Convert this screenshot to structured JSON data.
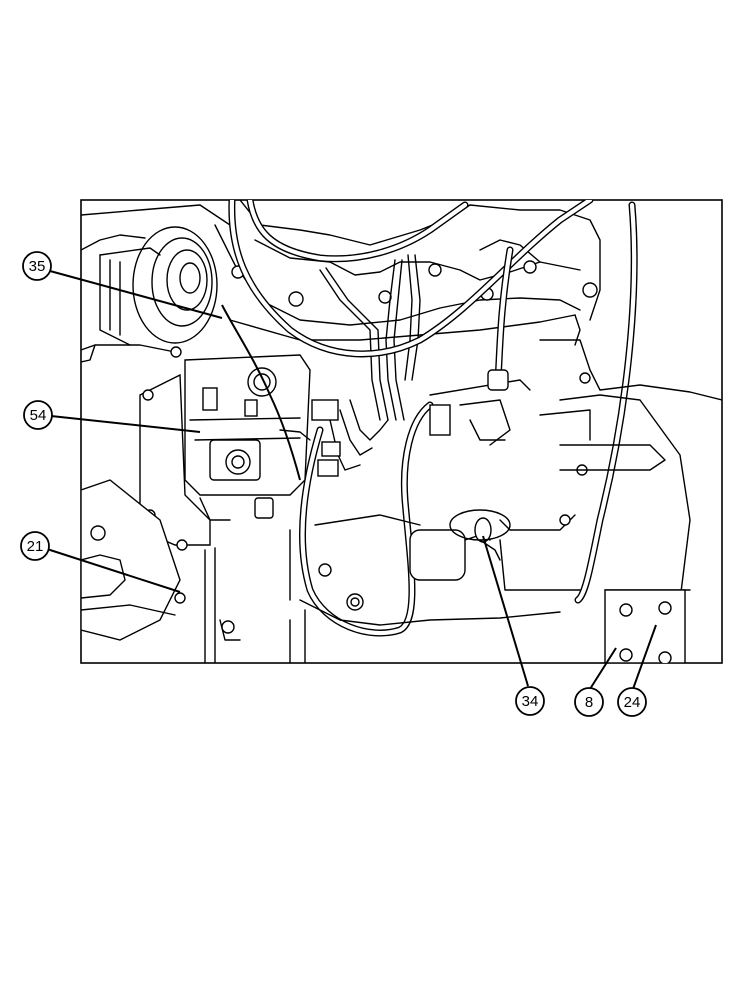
{
  "figure": {
    "type": "engine-parts-illustration",
    "callouts": [
      {
        "id": "callout-35",
        "label": "35"
      },
      {
        "id": "callout-54",
        "label": "54"
      },
      {
        "id": "callout-21",
        "label": "21"
      },
      {
        "id": "callout-34",
        "label": "34"
      },
      {
        "id": "callout-8",
        "label": "8"
      },
      {
        "id": "callout-24",
        "label": "24"
      }
    ]
  }
}
